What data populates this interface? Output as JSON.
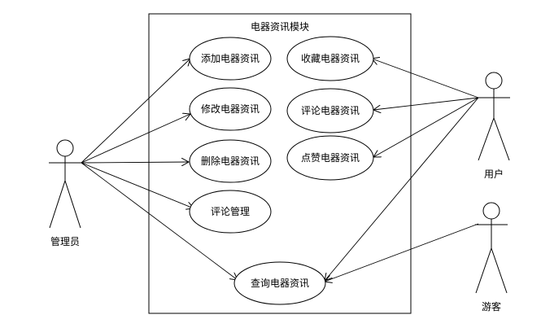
{
  "diagram": {
    "system_title": "电器资讯模块",
    "use_cases": {
      "add": "添加电器资讯",
      "modify": "修改电器资讯",
      "delete": "删除电器资讯",
      "comment_manage": "评论管理",
      "query": "查询电器资讯",
      "favorite": "收藏电器资讯",
      "comment": "评论电器资讯",
      "like": "点赞电器资讯"
    },
    "actors": {
      "admin": "管理员",
      "user": "用户",
      "guest": "游客"
    }
  }
}
